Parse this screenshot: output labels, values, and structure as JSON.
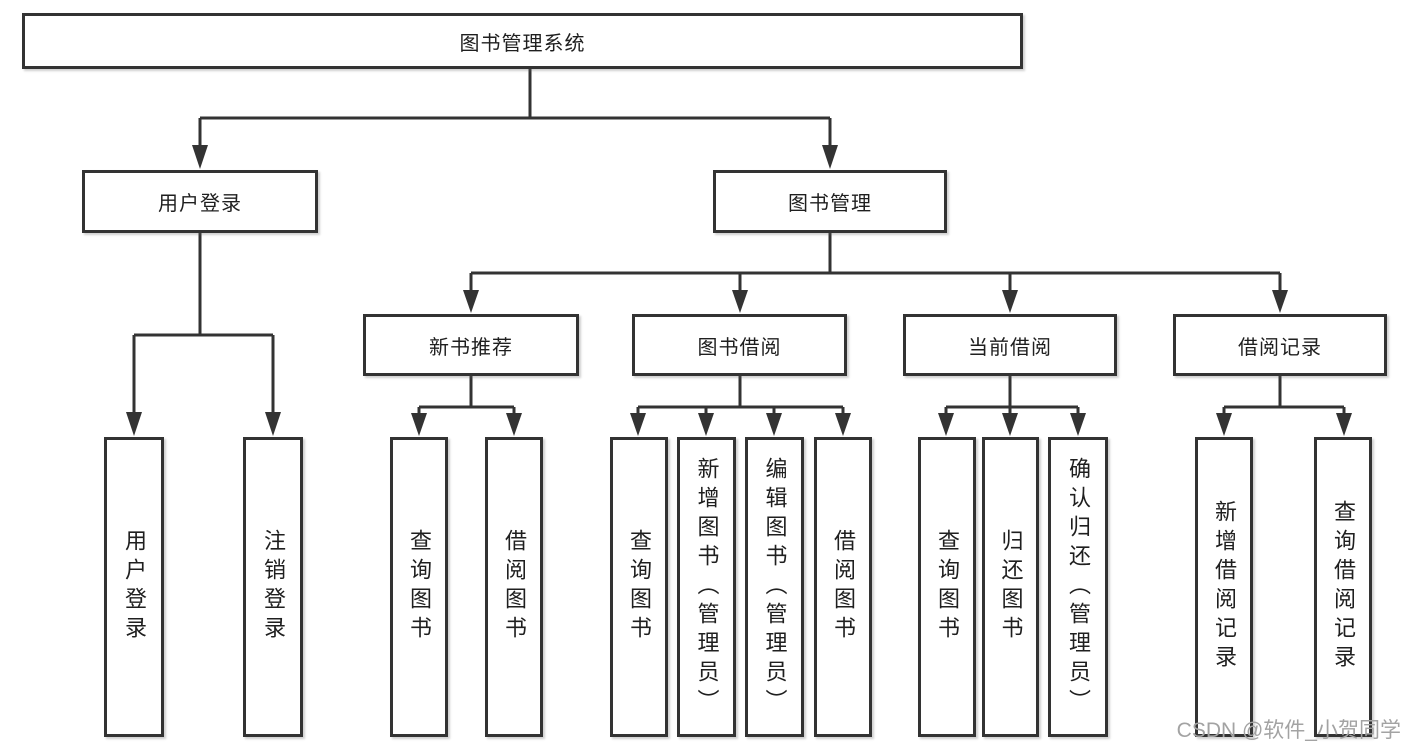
{
  "diagram": {
    "root": {
      "label": "图书管理系统"
    },
    "branches": [
      {
        "label": "用户登录",
        "children": [
          {
            "label": "用户登录"
          },
          {
            "label": "注销登录"
          }
        ]
      },
      {
        "label": "图书管理",
        "children": [
          {
            "label": "新书推荐",
            "children": [
              {
                "label": "查询图书"
              },
              {
                "label": "借阅图书"
              }
            ]
          },
          {
            "label": "图书借阅",
            "children": [
              {
                "label": "查询图书"
              },
              {
                "label": "新增图书（管理员）"
              },
              {
                "label": "编辑图书（管理员）"
              },
              {
                "label": "借阅图书"
              }
            ]
          },
          {
            "label": "当前借阅",
            "children": [
              {
                "label": "查询图书"
              },
              {
                "label": "归还图书"
              },
              {
                "label": "确认归还（管理员）"
              }
            ]
          },
          {
            "label": "借阅记录",
            "children": [
              {
                "label": "新增借阅记录"
              },
              {
                "label": "查询借阅记录"
              }
            ]
          }
        ]
      }
    ]
  },
  "watermark": {
    "text": "CSDN @软件_小贺同学"
  },
  "colors": {
    "line": "#333333",
    "box_border": "#333333",
    "text": "#1f1f1f",
    "watermark": "#a3a3a3",
    "background": "#ffffff"
  }
}
